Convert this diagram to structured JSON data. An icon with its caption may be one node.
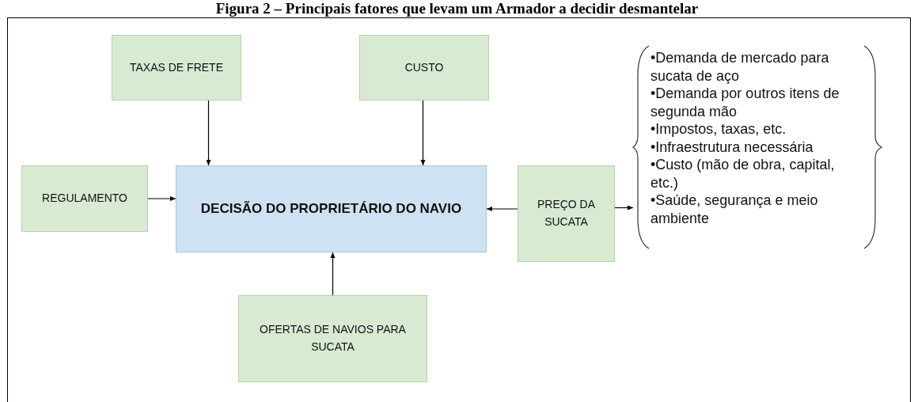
{
  "diagram": {
    "title": "Figura 2 – Principais fatores que levam um Armador a decidir desmantelar",
    "nodes": [
      {
        "text": [
          "TAXAS DE FRETE"
        ]
      },
      {
        "text": [
          "CUSTO"
        ]
      },
      {
        "text": [
          "REGULAMENTO"
        ]
      },
      {
        "text": [
          "DECISÃO DO PROPRIETÁRIO DO NAVIO"
        ]
      },
      {
        "text": [
          "PREÇO DA SUCATA"
        ]
      },
      {
        "text": [
          "OFERTAS DE NAVIOS PARA SUCATA"
        ]
      },
      {
        "text": [
          "•Demanda de mercado para sucata de aço",
          "•Demanda por outros itens de segunda mão",
          "•Impostos, taxas, etc.",
          "•Infraestrutura necessária",
          "•Custo (mão de obra, capital, etc.)",
          "•Saúde, segurança e meio ambiente"
        ]
      }
    ],
    "edges": [
      {
        "from": 0,
        "to": 3,
        "arrow": "to"
      },
      {
        "from": 1,
        "to": 3,
        "arrow": "to"
      },
      {
        "from": 2,
        "to": 3,
        "arrow": "to"
      },
      {
        "from": 4,
        "to": 3,
        "arrow": "to"
      },
      {
        "from": 5,
        "to": 3,
        "arrow": "to"
      },
      {
        "from": 4,
        "to": 6,
        "arrow": "to"
      }
    ]
  }
}
